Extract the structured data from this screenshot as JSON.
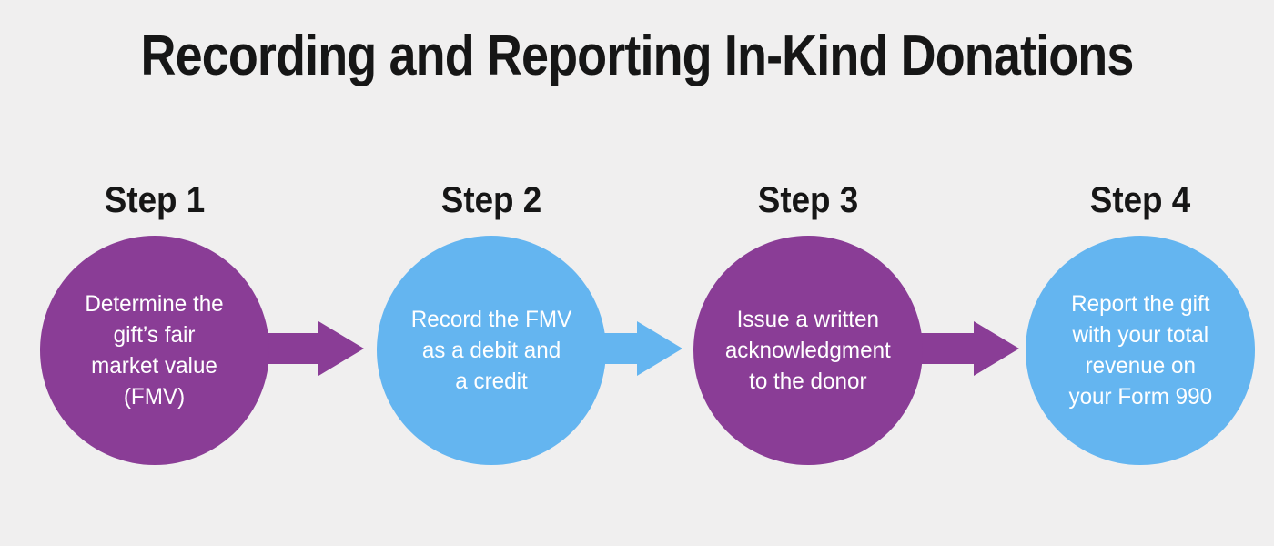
{
  "title": "Recording and Reporting In-Kind Donations",
  "colors": {
    "background": "#f0efef",
    "purple": "#8a3d96",
    "blue": "#64b5f0",
    "heading_text": "#161616",
    "circle_text": "#ffffff"
  },
  "steps": [
    {
      "label": "Step 1",
      "color": "purple",
      "lines": [
        "Determine the",
        "gift’s fair",
        "market value",
        "(FMV)"
      ]
    },
    {
      "label": "Step 2",
      "color": "blue",
      "lines": [
        "Record the FMV",
        "as a debit and",
        "a credit"
      ]
    },
    {
      "label": "Step 3",
      "color": "purple",
      "lines": [
        "Issue a written",
        "acknowledgment",
        "to the donor"
      ]
    },
    {
      "label": "Step 4",
      "color": "blue",
      "lines": [
        "Report the gift",
        "with your total",
        "revenue on",
        "your Form 990"
      ]
    }
  ],
  "arrows": [
    {
      "name": "arrow-right",
      "color": "purple"
    },
    {
      "name": "arrow-right",
      "color": "blue"
    },
    {
      "name": "arrow-right",
      "color": "purple"
    }
  ]
}
